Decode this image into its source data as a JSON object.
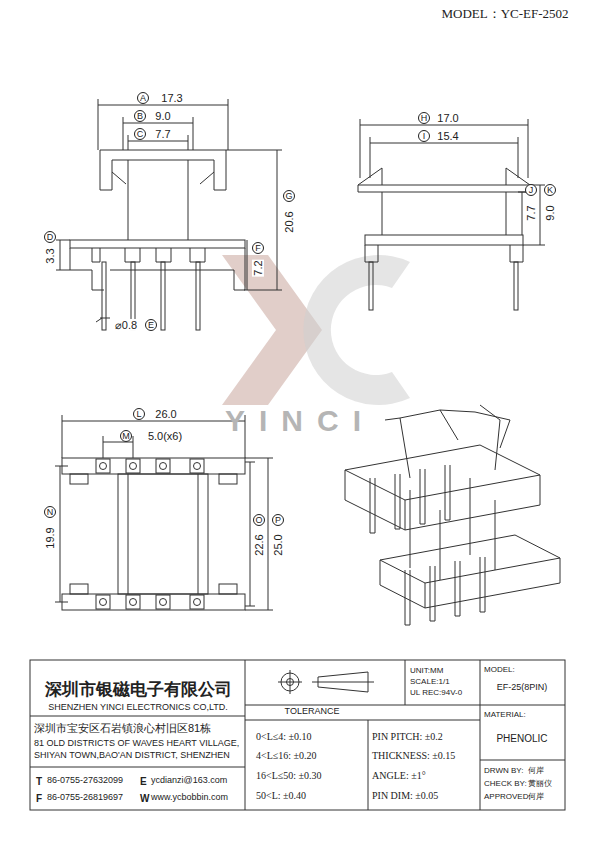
{
  "diagram": {
    "nodes": [
      {
        "text": [
          "A"
        ]
      },
      {
        "text": [
          "B"
        ]
      },
      {
        "text": [
          "C"
        ]
      },
      {
        "text": [
          "D"
        ]
      },
      {
        "text": [
          "E"
        ]
      },
      {
        "text": [
          "F"
        ]
      },
      {
        "text": [
          "G"
        ]
      },
      {
        "text": [
          "H"
        ]
      },
      {
        "text": [
          "I"
        ]
      },
      {
        "text": [
          "J"
        ]
      },
      {
        "text": [
          "K"
        ]
      },
      {
        "text": [
          "L"
        ]
      },
      {
        "text": [
          "M"
        ]
      },
      {
        "text": [
          "N"
        ]
      },
      {
        "text": [
          "O"
        ]
      },
      {
        "text": [
          "P"
        ]
      }
    ],
    "labels": [
      "MODEL：YC-EF-2502",
      "17.3",
      "9.0",
      "7.7",
      "3.3",
      "20.6",
      "7.2",
      "⌀0.8",
      "17.0",
      "15.4",
      "7.7",
      "9.0",
      "26.0",
      "5.0(x6)",
      "19.9",
      "22.6",
      "25.0",
      "YINCI",
      "深圳市银磁电子有限公司",
      "SHENZHEN YINCI ELECTRONICS CO,LTD.",
      "深圳市宝安区石岩镇浪心村旧区81栋",
      "81 OLD DISTRICTS OF WAVES HEART VILLAGE,",
      "SHIYAN TOWN,BAO'AN DISTRICT, SHENZHEN",
      "T",
      "86-0755-27632099",
      "E",
      "ycdianzi@163.com",
      "F",
      "86-0755-26819697",
      "W",
      "www.ycbobbin.com",
      "UNIT:MM",
      "SCALE:1/1",
      "UL REC:94V-0",
      "MODEL:",
      "EF-25(8PIN)",
      "TOLERANCE",
      "0<L≤4: ±0.10",
      "4<L≤16: ±0.20",
      "16<L≤50: ±0.30",
      "50<L: ±0.40",
      "PIN PITCH: ±0.2",
      "THICKNESS: ±0.15",
      "ANGLE: ±1°",
      "PIN DIM: ±0.05",
      "MATERIAL:",
      "PHENOLIC",
      "DRWN BY:",
      "何岸",
      "CHECK BY:",
      "黄丽仪",
      "APPROVED:",
      "何岸"
    ]
  }
}
